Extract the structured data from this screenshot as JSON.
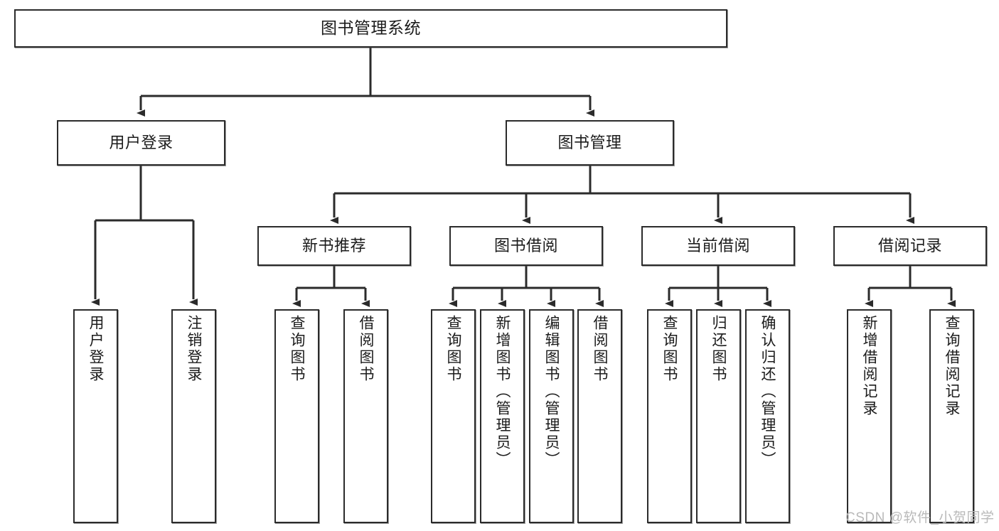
{
  "diagram": {
    "type": "hierarchy-tree",
    "title": "图书管理系统",
    "style": {
      "box_fill": "#ffffff",
      "box_stroke": "#2b2b2b",
      "edge_stroke": "#2b2b2b",
      "background": "#ffffff",
      "watermark_color": "#b9b9b9"
    },
    "levels": {
      "level0": [
        {
          "id": "root",
          "label": "图书管理系统",
          "orientation": "horizontal"
        }
      ],
      "level1": [
        {
          "id": "login",
          "label": "用户登录",
          "orientation": "horizontal"
        },
        {
          "id": "bookmgmt",
          "label": "图书管理",
          "orientation": "horizontal"
        }
      ],
      "level2": [
        {
          "id": "newbook",
          "label": "新书推荐",
          "orientation": "horizontal"
        },
        {
          "id": "borrow",
          "label": "图书借阅",
          "orientation": "horizontal"
        },
        {
          "id": "current",
          "label": "当前借阅",
          "orientation": "horizontal"
        },
        {
          "id": "records",
          "label": "借阅记录",
          "orientation": "horizontal"
        }
      ],
      "level3": [
        {
          "id": "l1",
          "label": "用户登录",
          "orientation": "vertical",
          "parent": "login"
        },
        {
          "id": "l2",
          "label": "注销登录",
          "orientation": "vertical",
          "parent": "login"
        },
        {
          "id": "n1",
          "label": "查询图书",
          "orientation": "vertical",
          "parent": "newbook"
        },
        {
          "id": "n2",
          "label": "借阅图书",
          "orientation": "vertical",
          "parent": "newbook"
        },
        {
          "id": "b1",
          "label": "查询图书",
          "orientation": "vertical",
          "parent": "borrow"
        },
        {
          "id": "b2",
          "label": "新增图书（管理员）",
          "orientation": "vertical",
          "parent": "borrow"
        },
        {
          "id": "b3",
          "label": "编辑图书（管理员）",
          "orientation": "vertical",
          "parent": "borrow"
        },
        {
          "id": "b4",
          "label": "借阅图书",
          "orientation": "vertical",
          "parent": "borrow"
        },
        {
          "id": "c1",
          "label": "查询图书",
          "orientation": "vertical",
          "parent": "current"
        },
        {
          "id": "c2",
          "label": "归还图书",
          "orientation": "vertical",
          "parent": "current"
        },
        {
          "id": "c3",
          "label": "确认归还（管理员）",
          "orientation": "vertical",
          "parent": "current"
        },
        {
          "id": "r1",
          "label": "新增借阅记录",
          "orientation": "vertical",
          "parent": "records"
        },
        {
          "id": "r2",
          "label": "查询借阅记录",
          "orientation": "vertical",
          "parent": "records"
        }
      ]
    },
    "watermark": "CSDN @软件_小贺同学"
  }
}
